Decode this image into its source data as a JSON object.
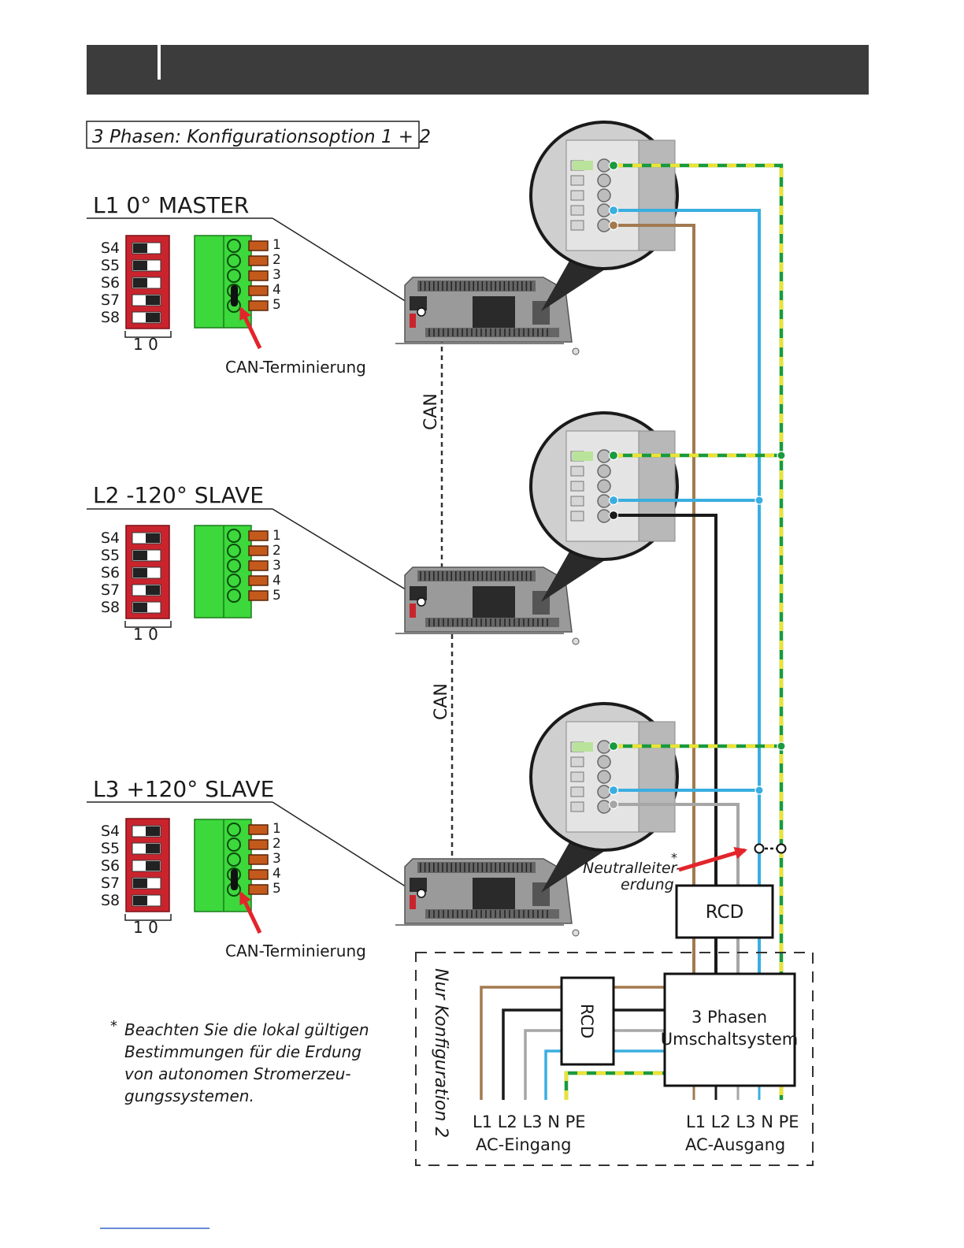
{
  "title": "3 Phasen: Konfigurationsoption 1 + 2",
  "units": [
    {
      "label": "L1 0° MASTER",
      "dip_switch_labels": [
        "S4",
        "S5",
        "S6",
        "S7",
        "S8"
      ],
      "dip_positions": [
        "1",
        "1",
        "1",
        "0",
        "0"
      ],
      "scale_label": "1 0",
      "terminal_numbers": [
        "1",
        "2",
        "3",
        "4",
        "5"
      ],
      "can_termination": true,
      "can_termination_label": "CAN-Terminierung"
    },
    {
      "label": "L2 -120° SLAVE",
      "dip_switch_labels": [
        "S4",
        "S5",
        "S6",
        "S7",
        "S8"
      ],
      "dip_positions": [
        "0",
        "1",
        "1",
        "0",
        "1"
      ],
      "scale_label": "1 0",
      "terminal_numbers": [
        "1",
        "2",
        "3",
        "4",
        "5"
      ],
      "can_termination": false,
      "can_termination_label": ""
    },
    {
      "label": "L3 +120° SLAVE",
      "dip_switch_labels": [
        "S4",
        "S5",
        "S6",
        "S7",
        "S8"
      ],
      "dip_positions": [
        "0",
        "0",
        "0",
        "1",
        "1"
      ],
      "scale_label": "1 0",
      "terminal_numbers": [
        "1",
        "2",
        "3",
        "4",
        "5"
      ],
      "can_termination": true,
      "can_termination_label": "CAN-Terminierung"
    }
  ],
  "can_labels": [
    "CAN",
    "CAN"
  ],
  "neutral_grounding_label": [
    "Neutralleiter-",
    "erdung"
  ],
  "neutral_grounding_marker": "*",
  "rcd_label": "RCD",
  "transfer_switch_label": [
    "3 Phasen",
    "Umschaltsystem"
  ],
  "config2_label": "Nur Konfiguration 2",
  "ac_input": {
    "phases": "L1 L2 L3 N PE",
    "label": "AC-Eingang"
  },
  "ac_output": {
    "phases": "L1 L2 L3 N PE",
    "label": "AC-Ausgang"
  },
  "footnote": {
    "marker": "*",
    "lines": [
      "Beachten Sie die lokal gültigen",
      "Bestimmungen für die Erdung",
      "von autonomen Stromerzeu-",
      "gungssystemen."
    ]
  },
  "colors": {
    "phase_l1": "#a2794f",
    "phase_l2": "#1a1a1a",
    "phase_l3": "#a6a6a6",
    "neutral": "#3aaee0",
    "pe_green": "#1a9a3e",
    "pe_yellow": "#ece234",
    "dip_red": "#c9242d",
    "terminal_green": "#3cd83c",
    "pin_brown": "#c35a1c",
    "arrow_red": "#e2252b",
    "header": "#3c3c3c"
  }
}
